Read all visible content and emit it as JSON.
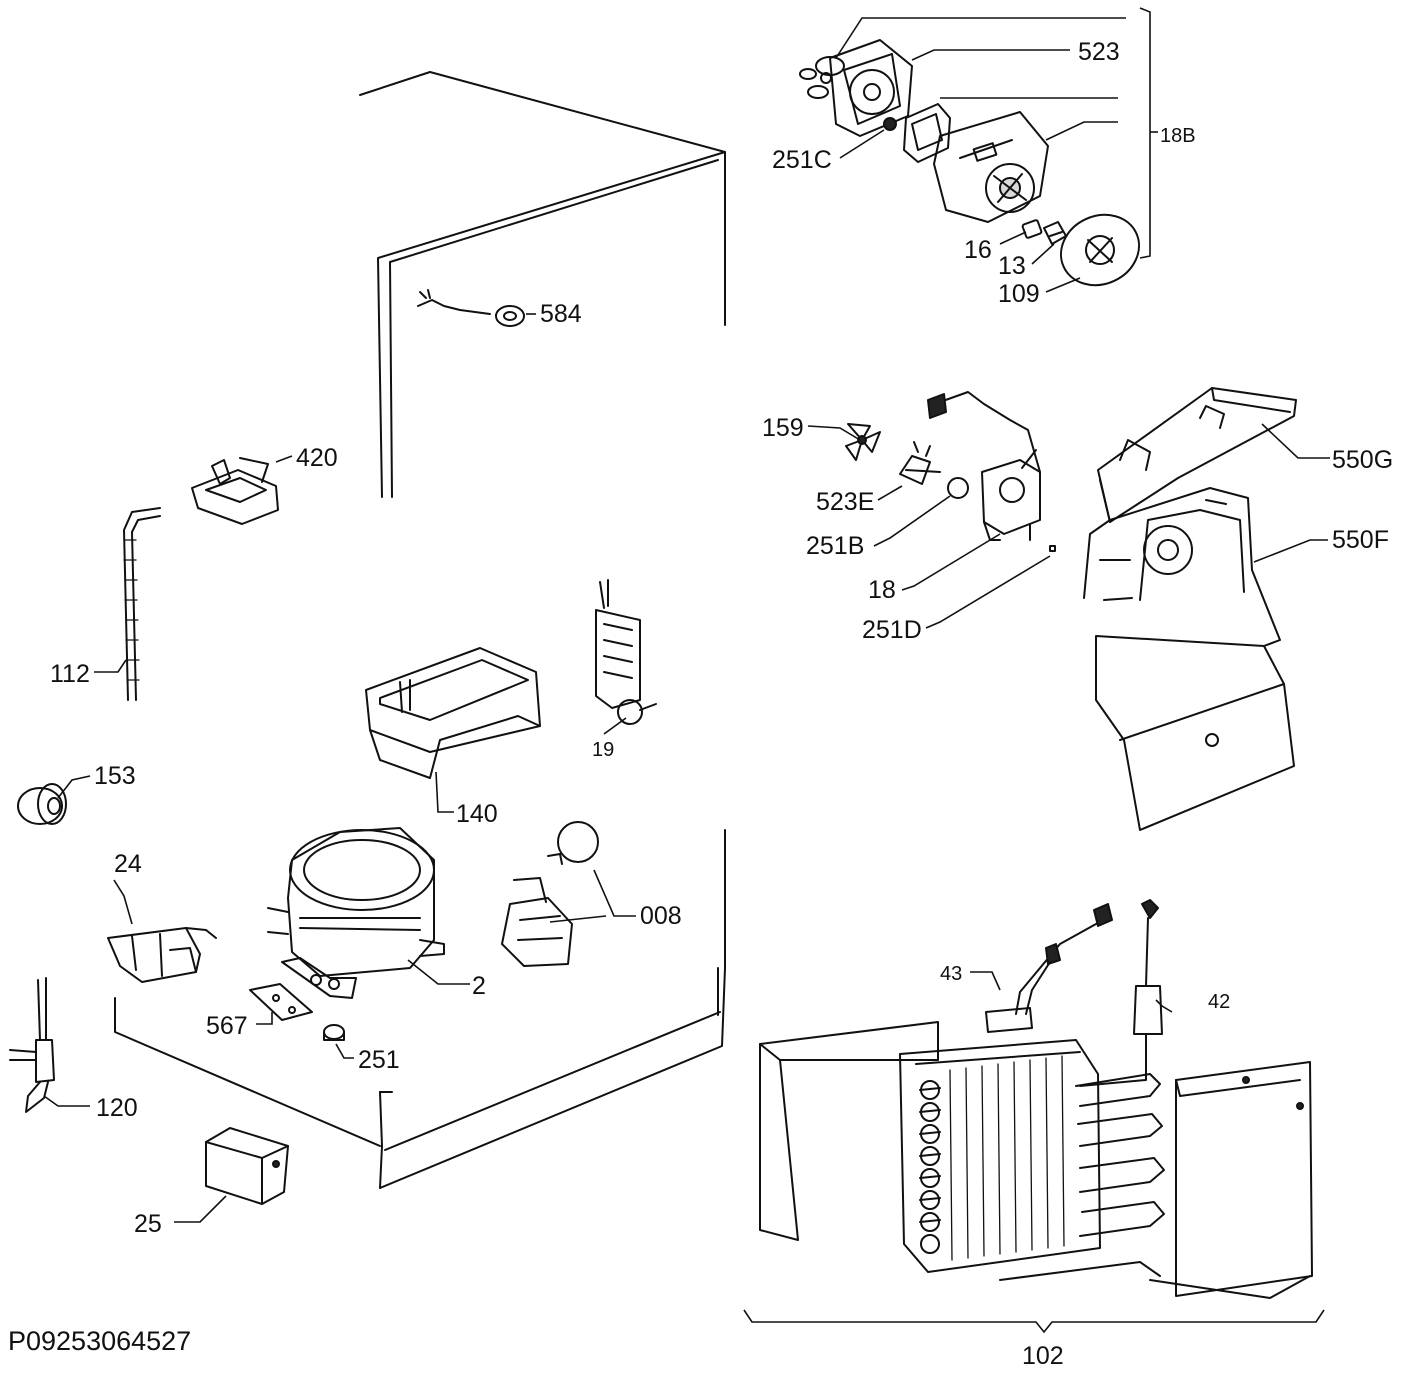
{
  "diagram_code": "P09253064527",
  "callouts": {
    "p523": "523",
    "p18B": "18B",
    "p251C": "251C",
    "p16": "16",
    "p13": "13",
    "p109": "109",
    "p584": "584",
    "p420": "420",
    "p159": "159",
    "p523E": "523E",
    "p251B": "251B",
    "p18": "18",
    "p251D": "251D",
    "p550G": "550G",
    "p550F": "550F",
    "p112": "112",
    "p19": "19",
    "p140": "140",
    "p153": "153",
    "p24": "24",
    "p008": "008",
    "p2": "2",
    "p567": "567",
    "p251": "251",
    "p120": "120",
    "p25": "25",
    "p43": "43",
    "p42": "42",
    "p102": "102"
  }
}
